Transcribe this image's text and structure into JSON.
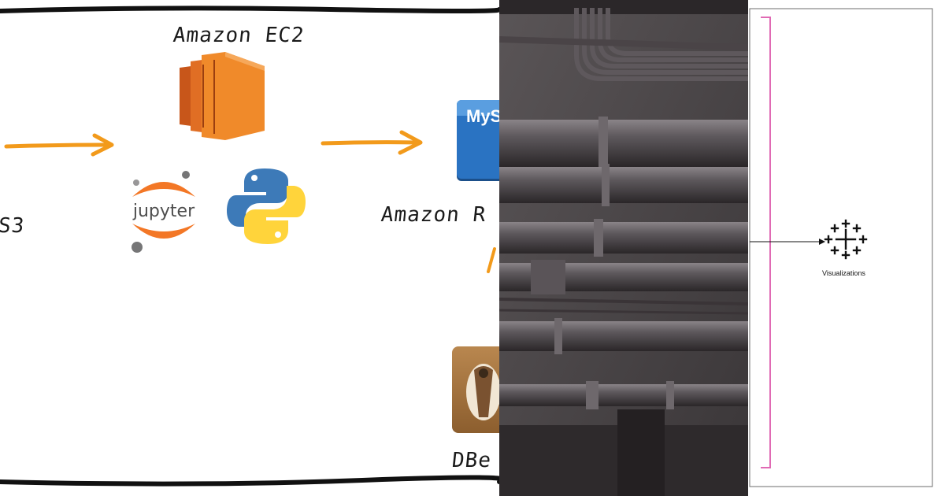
{
  "left_diagram": {
    "ec2_label": "Amazon EC2",
    "s3_label_fragment": "S3",
    "rds_label_fragment": "Amazon R",
    "mysql_fragment": "MyS",
    "jupyter_label": "jupyter",
    "dbeaver_fragment": "DBe"
  },
  "right_diagram": {
    "viz_label": "Visualizations"
  },
  "colors": {
    "arrow_orange": "#f29a1b",
    "ec2_orange": "#f08a2a",
    "mysql_blue": "#2a73c2",
    "tableau_magenta": "#e06ab4"
  },
  "icons": [
    "ec2-icon",
    "jupyter-logo",
    "python-logo",
    "mysql-icon",
    "dbeaver-icon",
    "tableau-icon"
  ]
}
